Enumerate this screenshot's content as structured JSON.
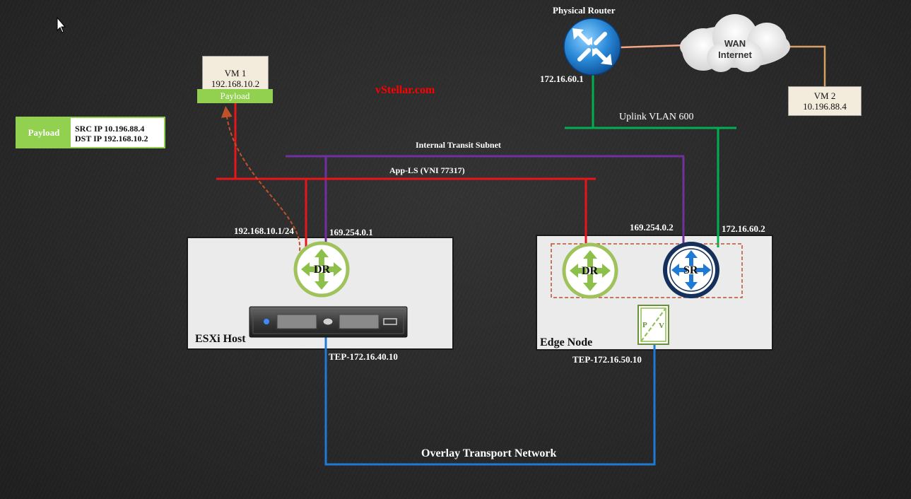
{
  "watermark": "vStellar.com",
  "router": {
    "title": "Physical Router",
    "ip": "172.16.60.1"
  },
  "wan": {
    "line1": "WAN",
    "line2": "Internet"
  },
  "vm1": {
    "name": "VM 1",
    "ip": "192.168.10.2",
    "payload": "Payload"
  },
  "vm2": {
    "name": "VM 2",
    "ip": "10.196.88.4"
  },
  "legend": {
    "payload": "Payload",
    "src": "SRC IP 10.196.88.4",
    "dst": "DST IP 192.168.10.2"
  },
  "networks": {
    "uplink": "Uplink VLAN 600",
    "transit": "Internal Transit Subnet",
    "app_ls": "App-LS (VNI 77317)",
    "overlay": "Overlay Transport Network"
  },
  "esxi": {
    "title": "ESXi Host",
    "app_ip": "192.168.10.1/24",
    "transit_ip": "169.254.0.1",
    "dr_label": "DR",
    "tep": "TEP-172.16.40.10"
  },
  "edge": {
    "title": "Edge Node",
    "transit_ip": "169.254.0.2",
    "uplink_ip": "172.16.60.2",
    "dr_label": "DR",
    "sr_label": "SR",
    "tep": "TEP-172.16.50.10",
    "vtep_p": "P",
    "vtep_v": "V"
  },
  "colors": {
    "app_ls": "#e8161b",
    "transit": "#7030a0",
    "uplink": "#00b050",
    "overlay": "#1f7ad6",
    "wan_link": "#f4a582",
    "vm2_link": "#d9a066",
    "payload_green": "#92d050"
  }
}
